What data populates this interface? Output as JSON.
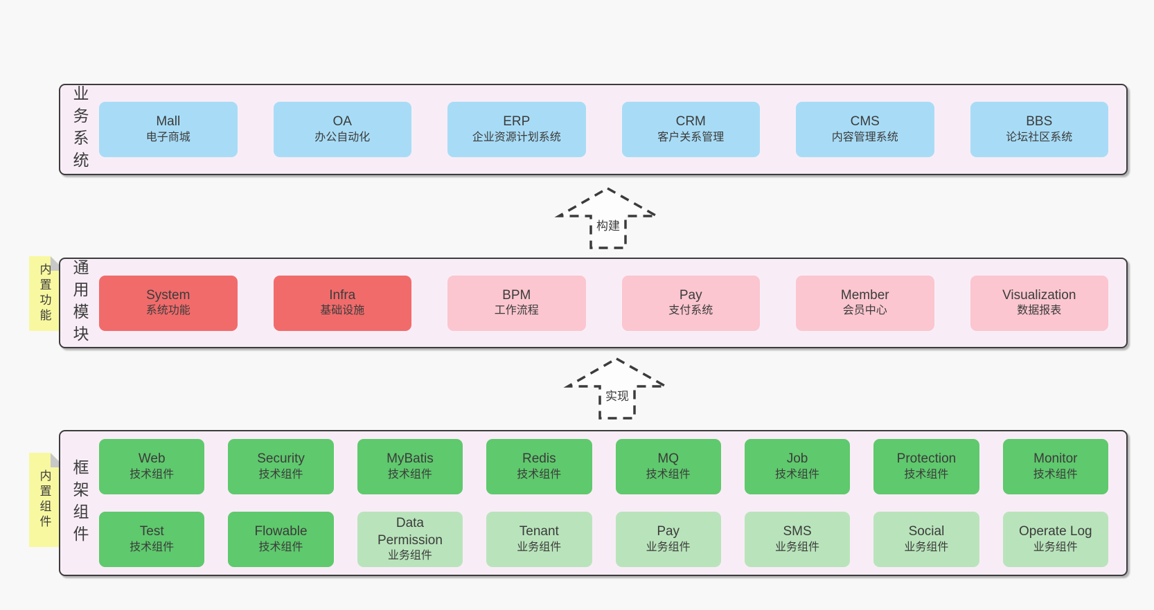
{
  "colors": {
    "page_bg": "#f8f8f8",
    "panel_bg": "#f8edf6",
    "panel_border": "#3c3c3c",
    "blue": "#a8dcf6",
    "red": "#f16b6b",
    "pink": "#fbc6cf",
    "green_dark": "#5fc96d",
    "green_light": "#b9e4bb",
    "sticky_yellow": "#f8f8a0",
    "sticky_fold": "#c8c8c8",
    "text": "#3b3b3b"
  },
  "arrows": {
    "build": "构建",
    "implement": "实现"
  },
  "sections": {
    "business": {
      "label": "业务系统",
      "boxes": [
        {
          "en": "Mall",
          "zh": "电子商城",
          "variant": "blue"
        },
        {
          "en": "OA",
          "zh": "办公自动化",
          "variant": "blue"
        },
        {
          "en": "ERP",
          "zh": "企业资源计划系统",
          "variant": "blue"
        },
        {
          "en": "CRM",
          "zh": "客户关系管理",
          "variant": "blue"
        },
        {
          "en": "CMS",
          "zh": "内容管理系统",
          "variant": "blue"
        },
        {
          "en": "BBS",
          "zh": "论坛社区系统",
          "variant": "blue"
        }
      ]
    },
    "modules": {
      "label": "通用模块",
      "sticky": "内置功能",
      "boxes": [
        {
          "en": "System",
          "zh": "系统功能",
          "variant": "red"
        },
        {
          "en": "Infra",
          "zh": "基础设施",
          "variant": "red"
        },
        {
          "en": "BPM",
          "zh": "工作流程",
          "variant": "pink"
        },
        {
          "en": "Pay",
          "zh": "支付系统",
          "variant": "pink"
        },
        {
          "en": "Member",
          "zh": "会员中心",
          "variant": "pink"
        },
        {
          "en": "Visualization",
          "zh": "数据报表",
          "variant": "pink"
        }
      ]
    },
    "components": {
      "label": "框架组件",
      "sticky": "内置组件",
      "row1": [
        {
          "en": "Web",
          "zh": "技术组件",
          "variant": "green"
        },
        {
          "en": "Security",
          "zh": "技术组件",
          "variant": "green"
        },
        {
          "en": "MyBatis",
          "zh": "技术组件",
          "variant": "green"
        },
        {
          "en": "Redis",
          "zh": "技术组件",
          "variant": "green"
        },
        {
          "en": "MQ",
          "zh": "技术组件",
          "variant": "green"
        },
        {
          "en": "Job",
          "zh": "技术组件",
          "variant": "green"
        },
        {
          "en": "Protection",
          "zh": "技术组件",
          "variant": "green"
        },
        {
          "en": "Monitor",
          "zh": "技术组件",
          "variant": "green"
        }
      ],
      "row2": [
        {
          "en": "Test",
          "zh": "技术组件",
          "variant": "green"
        },
        {
          "en": "Flowable",
          "zh": "技术组件",
          "variant": "green"
        },
        {
          "en": "Data Permission",
          "zh": "业务组件",
          "variant": "green-light"
        },
        {
          "en": "Tenant",
          "zh": "业务组件",
          "variant": "green-light"
        },
        {
          "en": "Pay",
          "zh": "业务组件",
          "variant": "green-light"
        },
        {
          "en": "SMS",
          "zh": "业务组件",
          "variant": "green-light"
        },
        {
          "en": "Social",
          "zh": "业务组件",
          "variant": "green-light"
        },
        {
          "en": "Operate Log",
          "zh": "业务组件",
          "variant": "green-light"
        }
      ]
    }
  }
}
